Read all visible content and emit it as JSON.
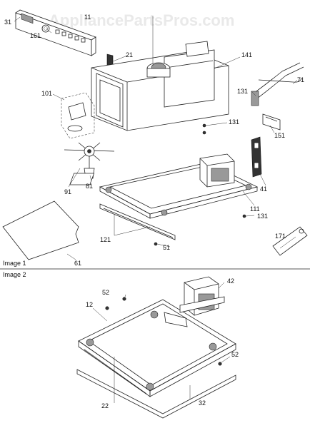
{
  "watermark": "AppliancePartsPros.com",
  "sections": [
    {
      "caption": "Image 1"
    },
    {
      "caption": "Image 2"
    }
  ],
  "callouts": {
    "p31": "31",
    "p11": "11",
    "p161": "161",
    "p21": "21",
    "p141": "141",
    "p71": "71",
    "p101": "101",
    "p131a": "131",
    "p131b": "131",
    "p151": "151",
    "p91": "91",
    "p81": "81",
    "p41": "41",
    "p111": "111",
    "p131c": "131",
    "p121": "121",
    "p51": "51",
    "p171": "171",
    "p61": "61",
    "p52a": "52",
    "p42": "42",
    "p12": "12",
    "p52b": "52",
    "p22": "22",
    "p32": "32"
  }
}
